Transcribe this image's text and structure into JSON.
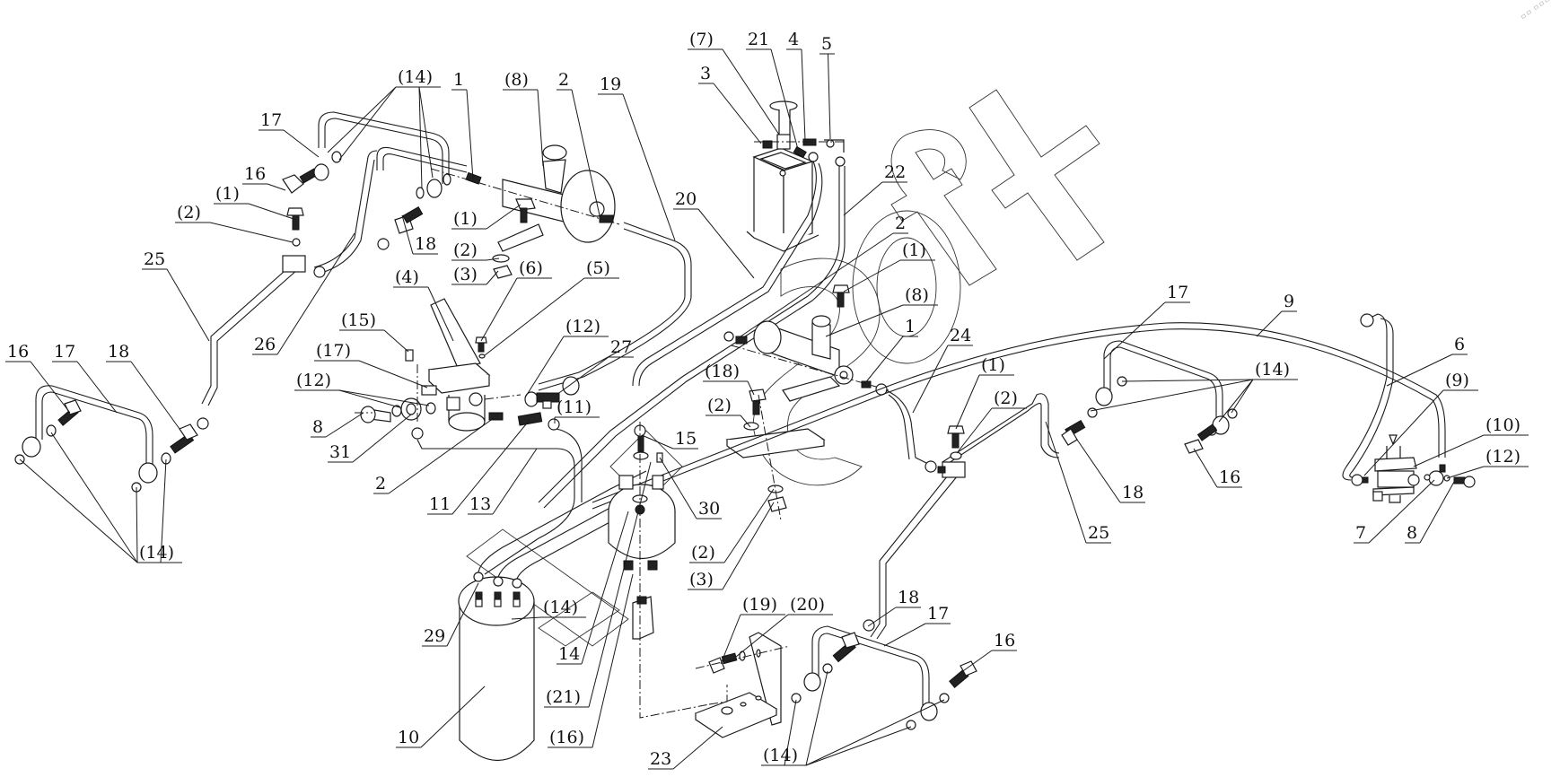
{
  "diagram": {
    "title": "Brake hydraulic system exploded view",
    "watermark_text": "Soft",
    "corner_mark": "ㅁㅁ ㅁㅁㅁ",
    "callouts": [
      {
        "id": "c1",
        "text": "(14)"
      },
      {
        "id": "c2",
        "text": "1"
      },
      {
        "id": "c3",
        "text": "(8)"
      },
      {
        "id": "c4",
        "text": "2"
      },
      {
        "id": "c5",
        "text": "19"
      },
      {
        "id": "c6",
        "text": "17"
      },
      {
        "id": "c7",
        "text": "16"
      },
      {
        "id": "c8",
        "text": "(1)"
      },
      {
        "id": "c9",
        "text": "(2)"
      },
      {
        "id": "c10",
        "text": "(1)"
      },
      {
        "id": "c11",
        "text": "(2)"
      },
      {
        "id": "c12",
        "text": "(3)"
      },
      {
        "id": "c13",
        "text": "18"
      },
      {
        "id": "c14",
        "text": "25"
      },
      {
        "id": "c15",
        "text": "26"
      },
      {
        "id": "c16",
        "text": "(4)"
      },
      {
        "id": "c17",
        "text": "(6)"
      },
      {
        "id": "c18",
        "text": "(5)"
      },
      {
        "id": "c19",
        "text": "(15)"
      },
      {
        "id": "c20",
        "text": "(17)"
      },
      {
        "id": "c21",
        "text": "(12)"
      },
      {
        "id": "c22",
        "text": "(12)"
      },
      {
        "id": "c23",
        "text": "27"
      },
      {
        "id": "c24",
        "text": "8"
      },
      {
        "id": "c25",
        "text": "31"
      },
      {
        "id": "c26",
        "text": "(11)"
      },
      {
        "id": "c27",
        "text": "2"
      },
      {
        "id": "c28",
        "text": "11"
      },
      {
        "id": "c29",
        "text": "13"
      },
      {
        "id": "c30",
        "text": "16"
      },
      {
        "id": "c31",
        "text": "17"
      },
      {
        "id": "c32",
        "text": "18"
      },
      {
        "id": "c33",
        "text": "(14)"
      },
      {
        "id": "c34",
        "text": "(7)"
      },
      {
        "id": "c35",
        "text": "21"
      },
      {
        "id": "c36",
        "text": "4"
      },
      {
        "id": "c37",
        "text": "5"
      },
      {
        "id": "c38",
        "text": "3"
      },
      {
        "id": "c39",
        "text": "20"
      },
      {
        "id": "c40",
        "text": "22"
      },
      {
        "id": "c41",
        "text": "2"
      },
      {
        "id": "c42",
        "text": "(1)"
      },
      {
        "id": "c43",
        "text": "(8)"
      },
      {
        "id": "c44",
        "text": "1"
      },
      {
        "id": "c45",
        "text": "24"
      },
      {
        "id": "c46",
        "text": "(18)"
      },
      {
        "id": "c47",
        "text": "(2)"
      },
      {
        "id": "c48",
        "text": "15"
      },
      {
        "id": "c49",
        "text": "30"
      },
      {
        "id": "c50",
        "text": "(2)"
      },
      {
        "id": "c51",
        "text": "(3)"
      },
      {
        "id": "c52",
        "text": "(1)"
      },
      {
        "id": "c53",
        "text": "(2)"
      },
      {
        "id": "c54",
        "text": "17"
      },
      {
        "id": "c55",
        "text": "9"
      },
      {
        "id": "c56",
        "text": "(14)"
      },
      {
        "id": "c57",
        "text": "18"
      },
      {
        "id": "c58",
        "text": "16"
      },
      {
        "id": "c59",
        "text": "25"
      },
      {
        "id": "c60",
        "text": "6"
      },
      {
        "id": "c61",
        "text": "(9)"
      },
      {
        "id": "c62",
        "text": "(10)"
      },
      {
        "id": "c63",
        "text": "(12)"
      },
      {
        "id": "c64",
        "text": "7"
      },
      {
        "id": "c65",
        "text": "8"
      },
      {
        "id": "c66",
        "text": "29"
      },
      {
        "id": "c67",
        "text": "(14)"
      },
      {
        "id": "c68",
        "text": "14"
      },
      {
        "id": "c69",
        "text": "(21)"
      },
      {
        "id": "c70",
        "text": "(16)"
      },
      {
        "id": "c71",
        "text": "10"
      },
      {
        "id": "c72",
        "text": "(19)"
      },
      {
        "id": "c73",
        "text": "(20)"
      },
      {
        "id": "c74",
        "text": "23"
      },
      {
        "id": "c75",
        "text": "18"
      },
      {
        "id": "c76",
        "text": "17"
      },
      {
        "id": "c77",
        "text": "16"
      },
      {
        "id": "c78",
        "text": "(14)"
      }
    ]
  }
}
